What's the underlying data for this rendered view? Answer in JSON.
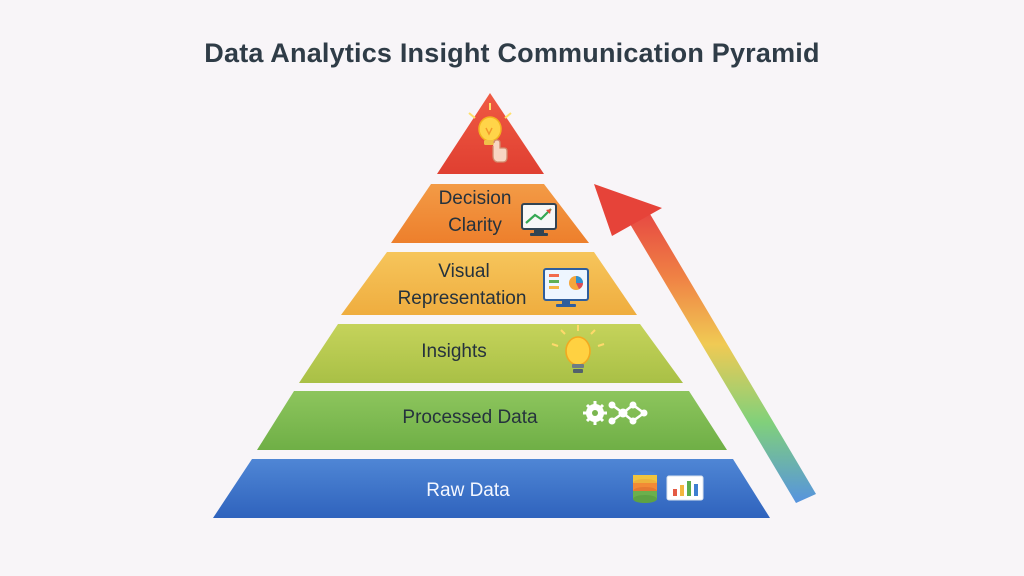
{
  "title": "Data Analytics Insight Communication Pyramid",
  "levels": [
    {
      "label_lines": [],
      "color": "#e8453a",
      "icon": "lightbulb-pointer-icon"
    },
    {
      "label_lines": [
        "Decision",
        "Clarity"
      ],
      "color": "#f08a37",
      "icon": "monitor-trend-chart-icon"
    },
    {
      "label_lines": [
        "Visual",
        "Representation"
      ],
      "color": "#f3b646",
      "icon": "dashboard-monitor-icon"
    },
    {
      "label_lines": [
        "Insights"
      ],
      "color": "#b6c848",
      "icon": "lightbulb-icon"
    },
    {
      "label_lines": [
        "Processed Data"
      ],
      "color": "#7cb850",
      "icon": "gear-network-icon"
    },
    {
      "label_lines": [
        "Raw Data"
      ],
      "color": "#3e72c8",
      "icon": "database-chart-icon"
    }
  ],
  "arrow": {
    "gradient_stops": [
      "#4f8fde",
      "#7ccf75",
      "#f0c84d",
      "#ef7d3d",
      "#e6433b"
    ]
  }
}
